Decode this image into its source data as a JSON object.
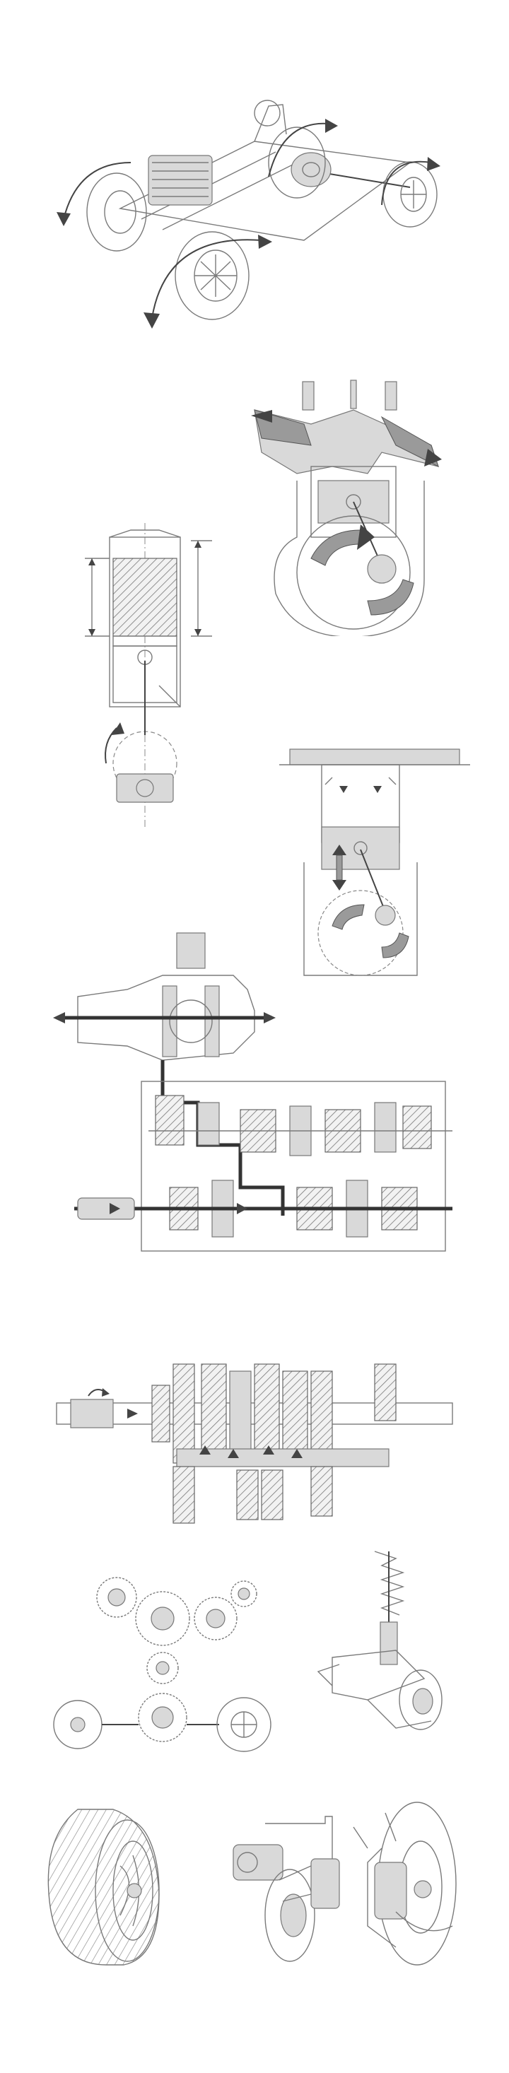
{
  "page": {
    "background": "#ffffff"
  },
  "colors": {
    "line": "#7a7a7a",
    "dark": "#444444",
    "fill_light": "#d9d9d9",
    "fill_mid": "#9a9a9a"
  },
  "figures": [
    {
      "id": "drivetrain",
      "icon": "car-chassis-wheels-icon"
    },
    {
      "id": "engine_cutaway",
      "icon": "engine-cylinder-cutaway-icon"
    },
    {
      "id": "piston_stroke",
      "icon": "piston-stroke-dimension-icon"
    },
    {
      "id": "two_stroke",
      "icon": "two-stroke-engine-icon"
    },
    {
      "id": "transaxle",
      "icon": "transaxle-gearbox-icon"
    },
    {
      "id": "gear_shaft",
      "icon": "gear-shaft-synchronizer-icon"
    },
    {
      "id": "gear_train",
      "icon": "gear-train-icon"
    },
    {
      "id": "suspension",
      "icon": "suspension-strut-icon"
    },
    {
      "id": "tire",
      "icon": "tire-tread-icon"
    },
    {
      "id": "caliper",
      "icon": "brake-caliper-icon"
    },
    {
      "id": "disc_brake",
      "icon": "disc-brake-assembly-icon"
    }
  ]
}
